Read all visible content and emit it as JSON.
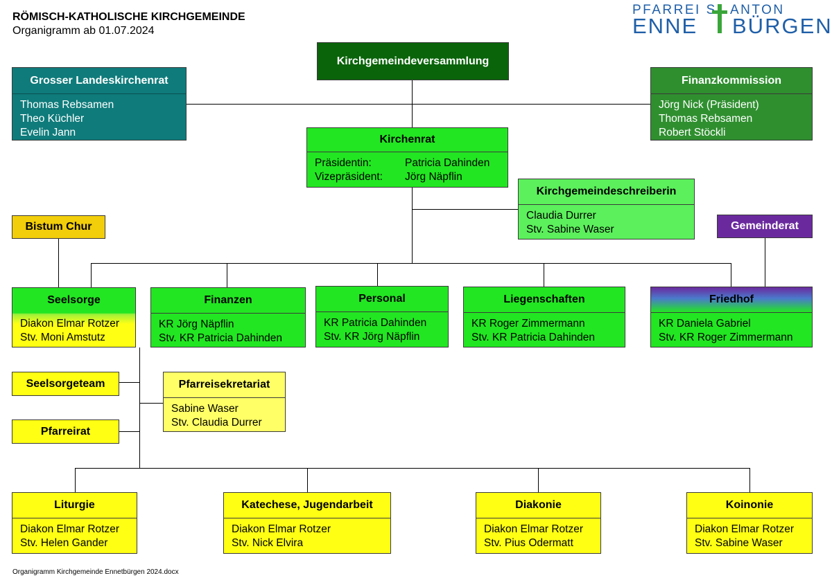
{
  "header": {
    "title": "RÖMISCH-KATHOLISCHE KIRCHGEMEINDE",
    "subtitle": "Organigramm ab 01.07.2024"
  },
  "logo": {
    "line1_left": "PFARREI S",
    "line1_right": "ANTON",
    "line2_left": "ENNE",
    "line2_right": "BÜRGEN",
    "colors": {
      "blue": "#1f5fa8",
      "green": "#3aa63a"
    }
  },
  "footer": {
    "text": "Organigramm Kirchgemeinde Ennetbürgen 2024.docx"
  },
  "nodes": {
    "kirchgemeindeversammlung": {
      "title": "Kirchgemeindeversammlung",
      "color": "#0a640a"
    },
    "landeskirchenrat": {
      "title": "Grosser Landeskirchenrat",
      "members": [
        "Thomas Rebsamen",
        "Theo Küchler",
        "Evelin Jann"
      ],
      "color": "#0f7b7b"
    },
    "finanzkommission": {
      "title": "Finanzkommission",
      "members": [
        "Jörg Nick (Präsident)",
        "Thomas Rebsamen",
        "Robert Stöckli"
      ],
      "color": "#2f8f2f"
    },
    "kirchenrat": {
      "title": "Kirchenrat",
      "rows": [
        {
          "role": "Präsidentin:",
          "name": "Patricia Dahinden"
        },
        {
          "role": "Vizepräsident:",
          "name": "Jörg Näpflin"
        }
      ],
      "color": "#22e622"
    },
    "schreiberin": {
      "title": "Kirchgemeindeschreiberin",
      "members": [
        "Claudia Durrer",
        "Stv. Sabine Waser"
      ],
      "color": "#5cf05c"
    },
    "bistum": {
      "title": "Bistum Chur",
      "color": "#f2cd0a"
    },
    "gemeinderat": {
      "title": "Gemeinderat",
      "color": "#6a2a9e"
    },
    "seelsorge": {
      "title": "Seelsorge",
      "members": [
        "Diakon Elmar Rotzer",
        "Stv. Moni Amstutz"
      ]
    },
    "finanzen": {
      "title": "Finanzen",
      "members": [
        "KR Jörg Näpflin",
        "Stv. KR Patricia Dahinden"
      ]
    },
    "personal": {
      "title": "Personal",
      "members": [
        "KR Patricia Dahinden",
        "Stv. KR Jörg Näpflin"
      ]
    },
    "liegenschaften": {
      "title": "Liegenschaften",
      "members": [
        "KR Roger Zimmermann",
        "Stv. KR Patricia Dahinden"
      ]
    },
    "friedhof": {
      "title": "Friedhof",
      "members": [
        "KR Daniela Gabriel",
        "Stv. KR Roger Zimmermann"
      ]
    },
    "seelsorgeteam": {
      "title": "Seelsorgeteam"
    },
    "pfarreirat": {
      "title": "Pfarreirat"
    },
    "pfarreisekretariat": {
      "title": "Pfarreisekretariat",
      "members": [
        "Sabine Waser",
        "Stv. Claudia Durrer"
      ]
    },
    "liturgie": {
      "title": "Liturgie",
      "members": [
        "Diakon Elmar Rotzer",
        "Stv. Helen Gander"
      ]
    },
    "katechese": {
      "title": "Katechese, Jugendarbeit",
      "members": [
        "Diakon Elmar Rotzer",
        "Stv. Nick Elvira"
      ]
    },
    "diakonie": {
      "title": "Diakonie",
      "members": [
        "Diakon Elmar Rotzer",
        "Stv. Pius Odermatt"
      ]
    },
    "koinonie": {
      "title": "Koinonie",
      "members": [
        "Diakon Elmar Rotzer",
        "Stv. Sabine Waser"
      ]
    }
  }
}
